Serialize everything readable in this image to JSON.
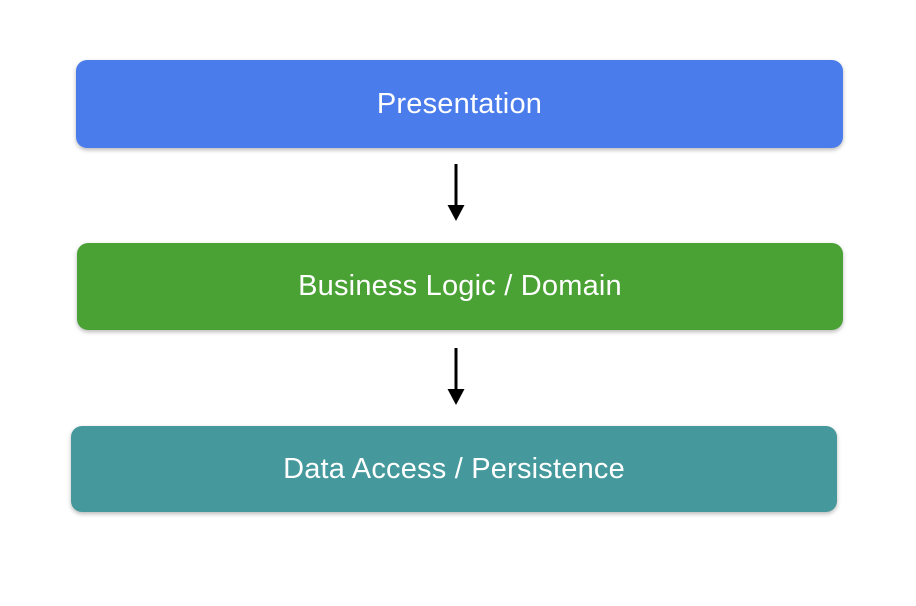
{
  "diagram": {
    "background_color": "#ffffff",
    "text_color": "#ffffff",
    "arrow_color": "#000000",
    "layers": [
      {
        "label": "Presentation",
        "fill": "#4a7cec"
      },
      {
        "label": "Business Logic / Domain",
        "fill": "#4aa235"
      },
      {
        "label": "Data Access / Persistence",
        "fill": "#45999c"
      }
    ],
    "arrows": [
      {
        "from": "Presentation",
        "to": "Business Logic / Domain"
      },
      {
        "from": "Business Logic / Domain",
        "to": "Data Access / Persistence"
      }
    ]
  }
}
